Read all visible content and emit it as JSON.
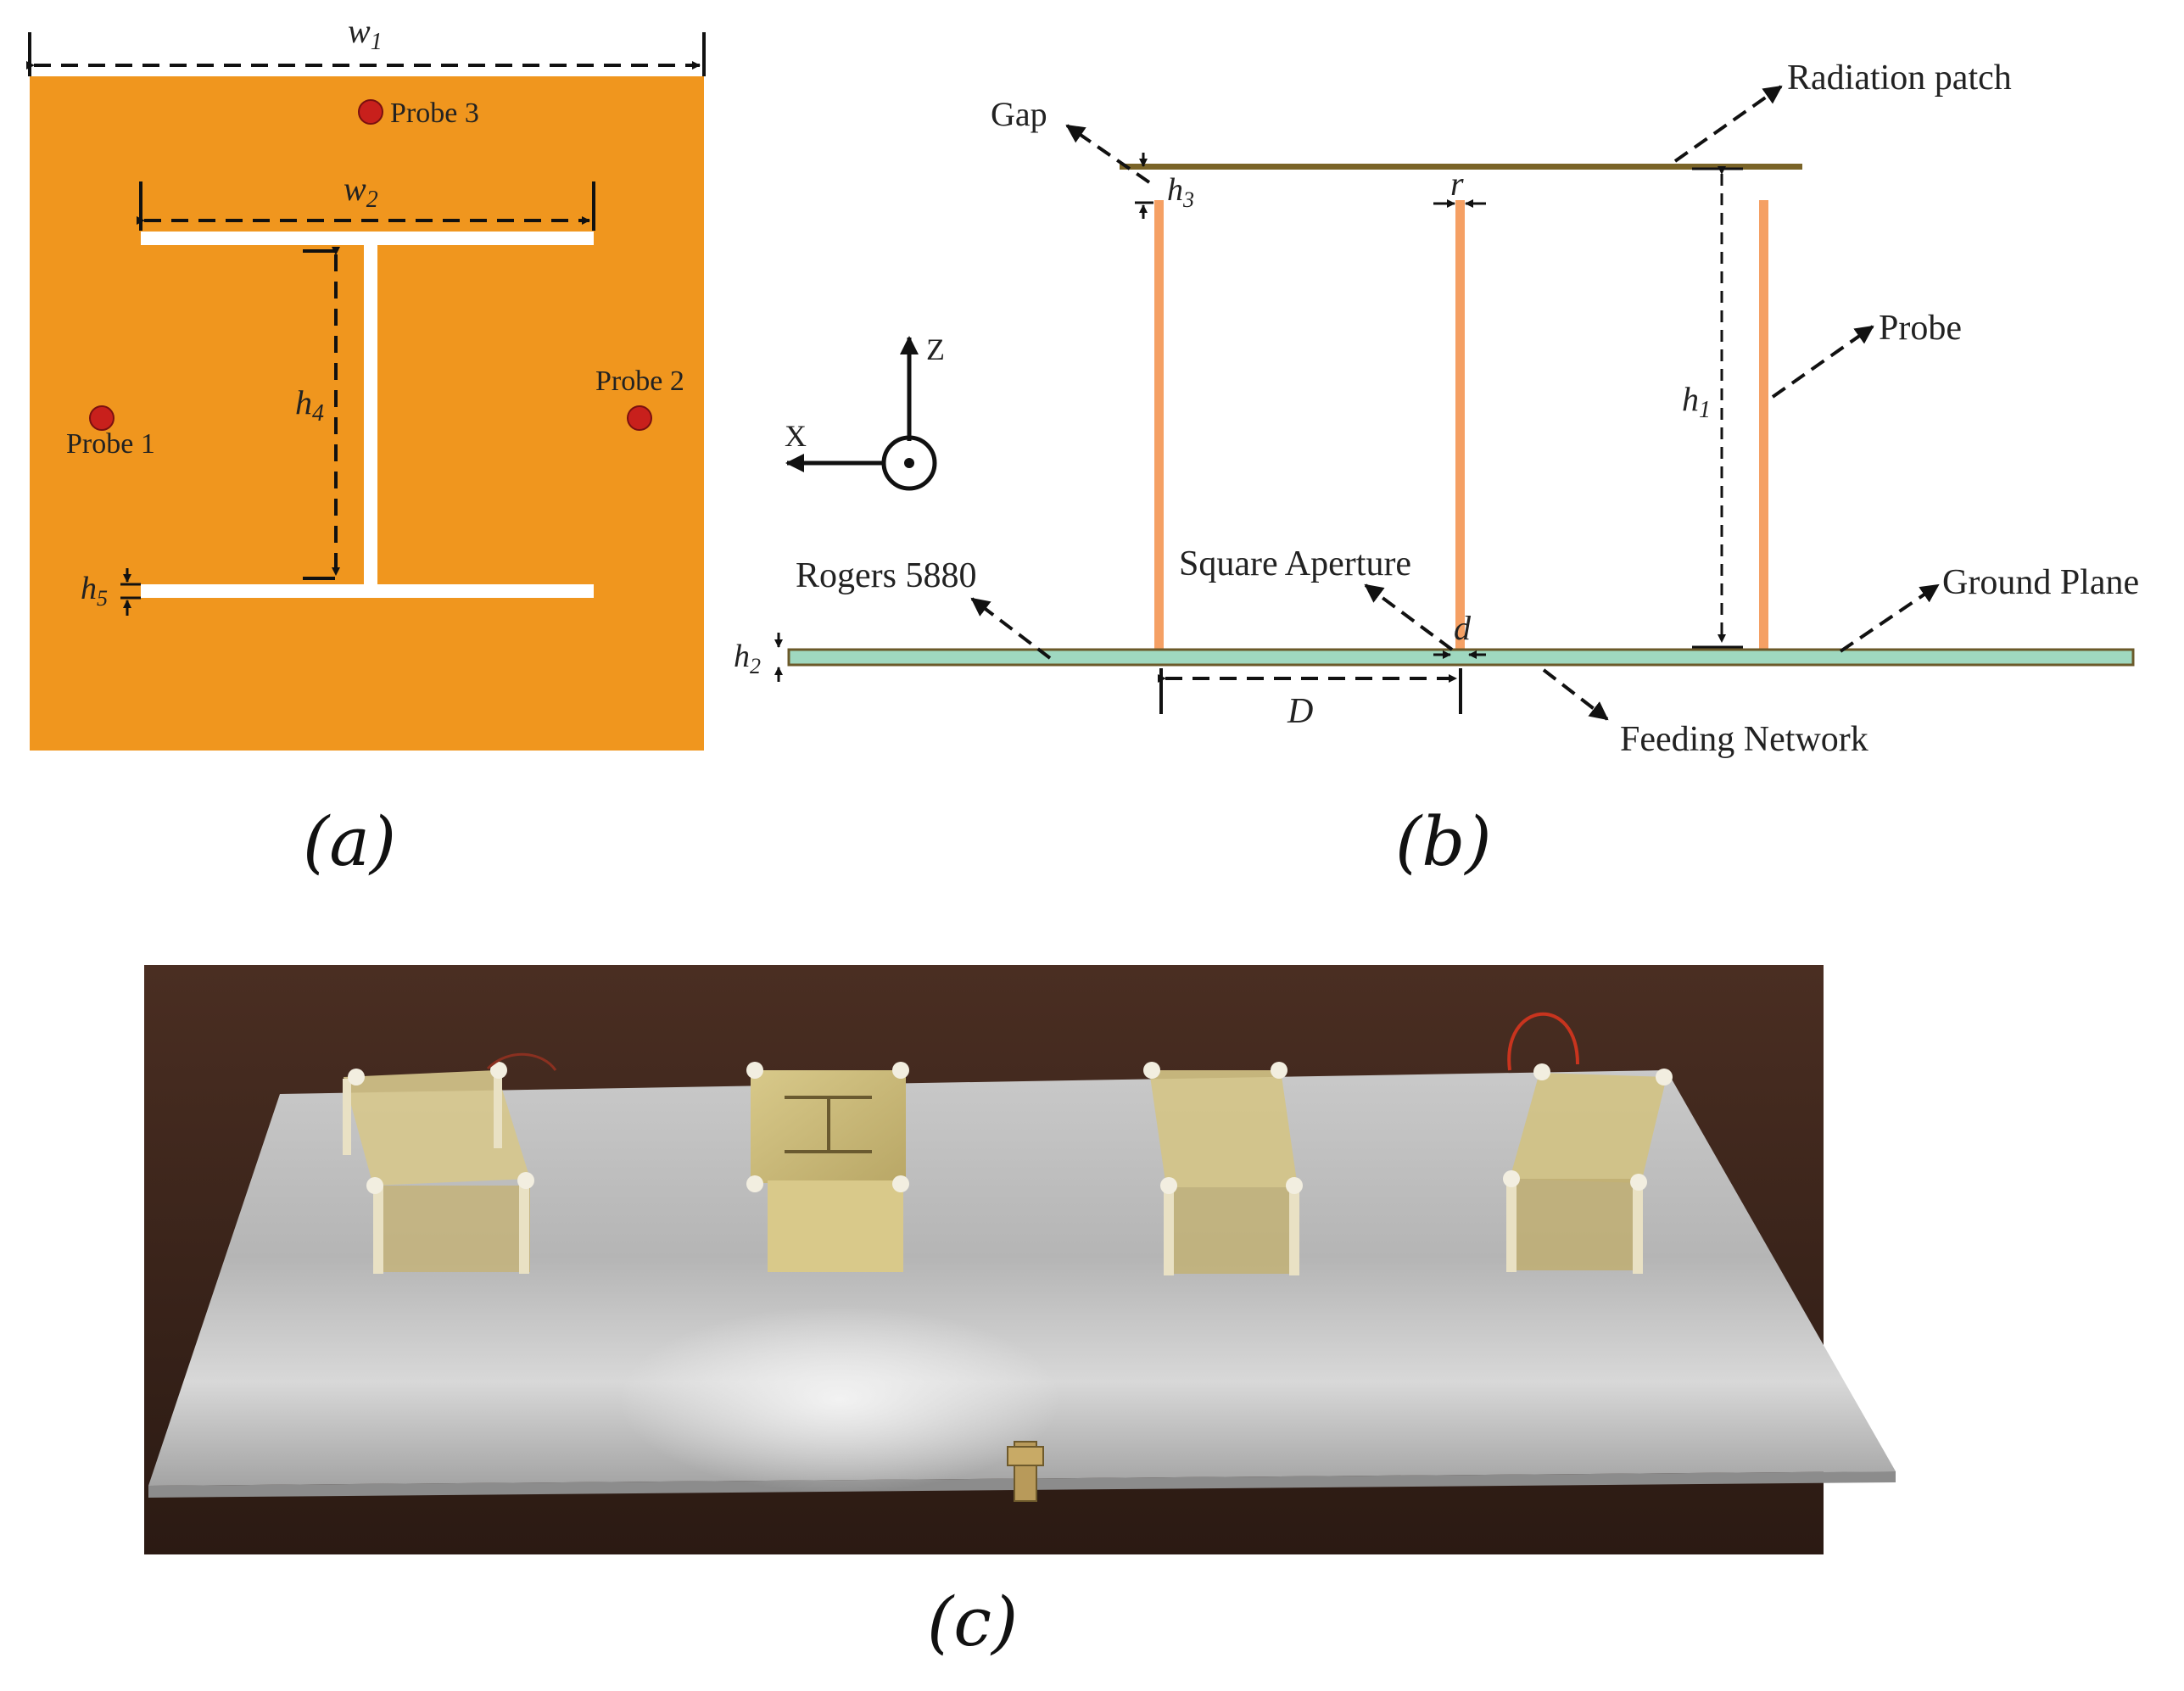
{
  "colors": {
    "patch_orange": "#F0961E",
    "probe_red": "#C8201C",
    "probe_pin": "#F5A064",
    "radiation_patch": "#7A6428",
    "substrate": "#9FD8C0",
    "dim_line": "#111111"
  },
  "panel_a": {
    "label": "(a)",
    "w1": "w",
    "w1_sub": "1",
    "w2": "w",
    "w2_sub": "2",
    "h4": "h",
    "h4_sub": "4",
    "h5": "h",
    "h5_sub": "5",
    "probe1": "Probe 1",
    "probe2": "Probe 2",
    "probe3": "Probe 3"
  },
  "panel_b": {
    "label": "(b)",
    "gap": "Gap",
    "radiation_patch": "Radiation patch",
    "probe": "Probe",
    "h1": "h",
    "h1_sub": "1",
    "h2": "h",
    "h2_sub": "2",
    "h3": "h",
    "h3_sub": "3",
    "r": "r",
    "d": "d",
    "D": "D",
    "rogers": "Rogers 5880",
    "square_aperture": "Square Aperture",
    "ground_plane": "Ground Plane",
    "feeding_network": "Feeding Network",
    "axis_z": "Z",
    "axis_x": "X"
  },
  "panel_c": {
    "label": "(c)"
  }
}
